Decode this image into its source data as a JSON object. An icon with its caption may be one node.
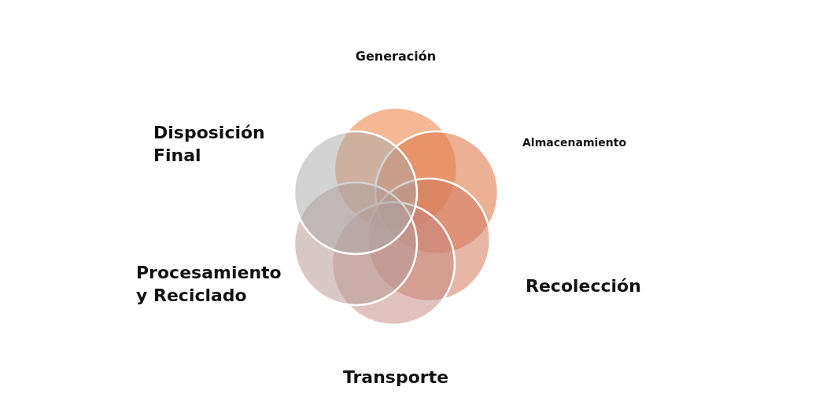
{
  "diagram": {
    "labels": [
      "Generación",
      "Disposición Final",
      "Almacenamiento",
      "Procesamiento y Reciclado",
      "Recolección",
      "Transporte"
    ]
  }
}
